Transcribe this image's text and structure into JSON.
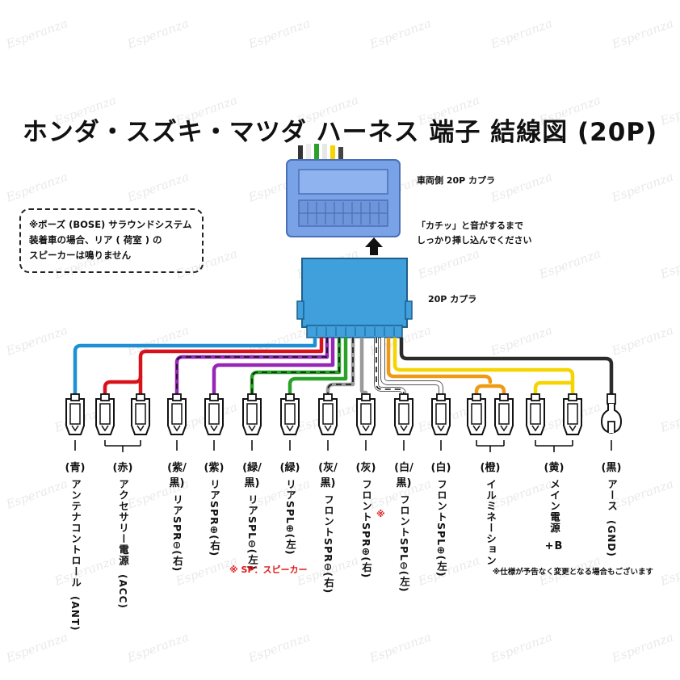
{
  "title": "ホンダ・スズキ・マツダ ハーネス 端子 結線図 (20P)",
  "note_box": [
    "※ボーズ (BOSE) サラウンドシステム",
    "装着車の場合、リア ( 荷室 ) の",
    "スピーカーは鳴りません"
  ],
  "vehicle_coupler_label": "車両側 20P カプラ",
  "insert_hint": [
    "「カチッ」と音がするまで",
    "しっかり挿し込んでください"
  ],
  "coupler_label": "20P カプラ",
  "watermark": "Esperanza",
  "columns": [
    {
      "color": "(青)",
      "name": "アンテナコントロール",
      "sub": "(ANT)"
    },
    {
      "color": "(赤)",
      "name": "アクセサリー電源",
      "sub": "(ACC)"
    },
    {
      "color": "(紫/黒)",
      "name": "リアSPR⊖(右)",
      "sub": ""
    },
    {
      "color": "(紫)",
      "name": "リアSPR⊕(右)",
      "sub": ""
    },
    {
      "color": "(緑/黒)",
      "name": "リアSPL⊖(左)",
      "sub": ""
    },
    {
      "color": "(緑)",
      "name": "リアSPL⊕(左)",
      "sub": ""
    },
    {
      "color": "(灰/黒)",
      "name": "フロントSPR⊖(右)",
      "sub": ""
    },
    {
      "color": "(灰)",
      "name": "フロントSPR⊕(右)",
      "sub": ""
    },
    {
      "color": "(白/黒)",
      "name": "フロントSPL⊖(左)",
      "sub": ""
    },
    {
      "color": "(白)",
      "name": "フロントSPL⊕(左)",
      "sub": ""
    },
    {
      "color": "(橙)",
      "name": "イルミネーション",
      "sub": ""
    },
    {
      "color": "(黄)",
      "name": "メイン電源",
      "sub": "+B"
    },
    {
      "color": "(黒)",
      "name": "アース",
      "sub": "(GND)"
    }
  ],
  "sp_mark": "※",
  "sp_note": "※ SP：スピーカー",
  "spec_note": "※仕様が予告なく変更となる場合もございます",
  "wire_colors": {
    "blue": "#1e90d6",
    "red": "#d8121b",
    "purple": "#9526b8",
    "green": "#2aa22a",
    "gray": "#9a9a9a",
    "white": "#ffffff",
    "orange": "#ef9a13",
    "yellow": "#f5d400",
    "black": "#2b2b2b",
    "coupler": "#3fa0dc",
    "vehicle_coupler": "#7aa2e6"
  }
}
